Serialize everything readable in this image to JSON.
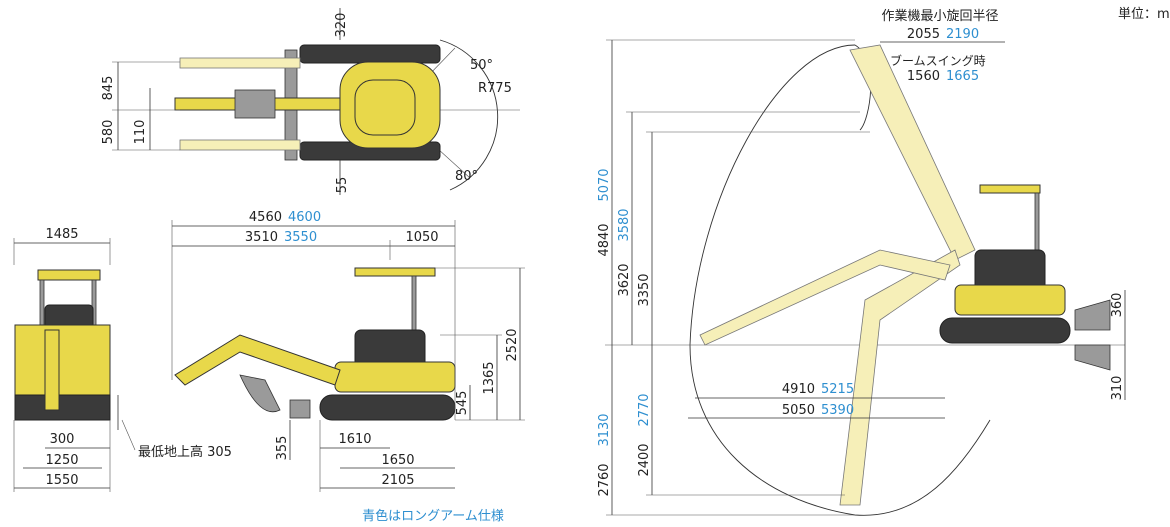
{
  "unit_label": "単位：mm",
  "footnote": "青色はロングアーム仕様",
  "accent_color": "#2e8fd0",
  "machine_color": "#e8d84a",
  "top_view": {
    "dim_320": "320",
    "dim_845": "845",
    "dim_580": "580",
    "dim_110": "110",
    "dim_55": "55",
    "angle_left": "50°",
    "angle_right": "80°",
    "radius": "R775"
  },
  "front_view": {
    "width_top": "1485",
    "track_300": "300",
    "track_1250": "1250",
    "track_1550": "1550",
    "ground_clearance": "最低地上高 305"
  },
  "side_view": {
    "overall_std": "4560",
    "overall_long": "4600",
    "front_std": "3510",
    "front_long": "3550",
    "rear": "1050",
    "height_cab": "2520",
    "height_body": "1365",
    "height_545": "545",
    "dim_355": "355",
    "dim_1610": "1610",
    "dim_1650": "1650",
    "dim_2105": "2105"
  },
  "working_range": {
    "min_swing_title": "作業機最小旋回半径",
    "min_swing_std": "2055",
    "min_swing_long": "2190",
    "boom_swing_label": "ブームスイング時",
    "boom_swing_std": "1560",
    "boom_swing_long": "1665",
    "max_height_std": "4840",
    "max_height_long": "5070",
    "dump_height_std": "3620",
    "dump_height_long": "3580",
    "dim_3350": "3350",
    "reach_ground_std": "4910",
    "reach_ground_long": "5215",
    "reach_max_std": "5050",
    "reach_max_long": "5390",
    "dig_depth_std": "2760",
    "dig_depth_long": "3130",
    "dig_vert_std": "2400",
    "dig_vert_long": "2770",
    "blade_up": "360",
    "blade_down": "310"
  }
}
